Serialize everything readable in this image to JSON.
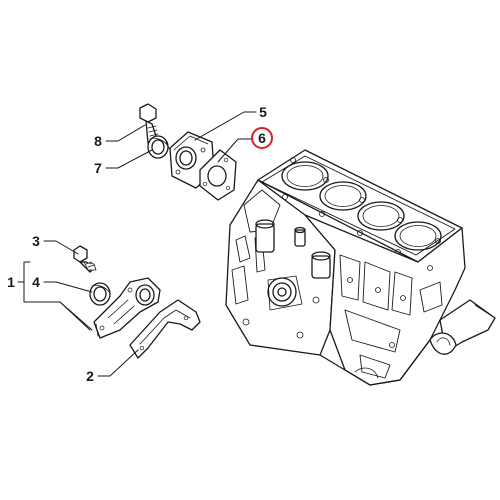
{
  "callouts": {
    "c1": "1",
    "c2": "2",
    "c3": "3",
    "c4": "4",
    "c5": "5",
    "c6": "6",
    "c7": "7",
    "c8": "8"
  },
  "highlighted_callout": "6",
  "colors": {
    "line": "#1a1a1a",
    "highlight": "#d8202a",
    "background": "#ffffff"
  }
}
